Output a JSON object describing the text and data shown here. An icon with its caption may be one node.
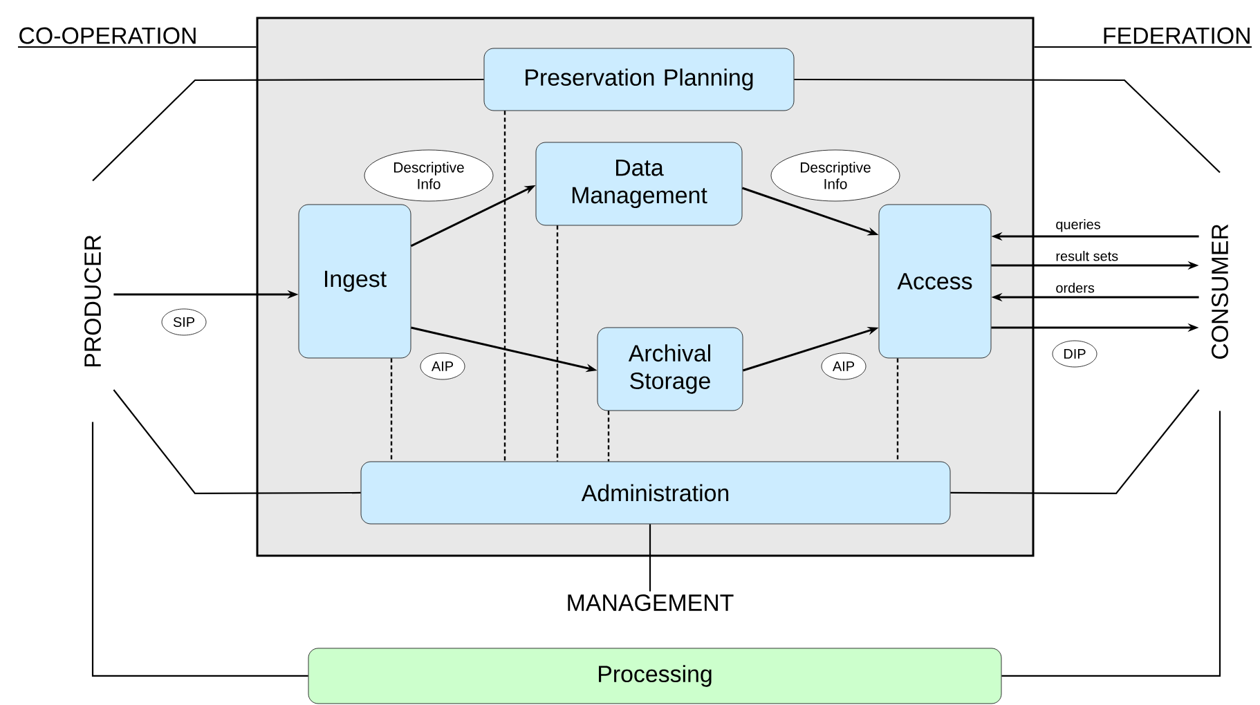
{
  "diagram": {
    "nodes": [
      {
        "text": [
          "CO-OPERATION"
        ]
      },
      {
        "text": [],
        "shape": "box"
      },
      {
        "text": [
          "FEDERATION"
        ]
      },
      {
        "text": [
          "Preservation Planning"
        ],
        "in": 1
      },
      {
        "text": [
          "Descriptive Info"
        ],
        "in": 1
      },
      {
        "text": [
          "Data Management"
        ],
        "in": 1
      },
      {
        "text": [
          "Descriptive Info"
        ],
        "in": 1
      },
      {
        "text": [
          "PRODUCER"
        ]
      },
      {
        "text": [
          "Ingest"
        ],
        "in": 1
      },
      {
        "text": [
          "Access"
        ],
        "in": 1
      },
      {
        "text": [
          "CONSUMER"
        ]
      },
      {
        "text": [
          "SIP"
        ]
      },
      {
        "text": [
          "AIP"
        ],
        "in": 1
      },
      {
        "text": [
          "Archival Storage"
        ],
        "in": 1
      },
      {
        "text": [
          "AIP"
        ],
        "in": 1
      },
      {
        "text": [
          "DIP"
        ]
      },
      {
        "text": [
          "Administration"
        ],
        "in": 1
      },
      {
        "text": [
          "MANAGEMENT"
        ]
      },
      {
        "text": [
          "Processing"
        ]
      }
    ],
    "edges": [
      {
        "from": 0,
        "to": 1,
        "arrow": "none"
      },
      {
        "from": 2,
        "to": 1,
        "arrow": "none"
      },
      {
        "from": 7,
        "to": 3,
        "arrow": "none"
      },
      {
        "from": 10,
        "to": 3,
        "arrow": "none"
      },
      {
        "from": 7,
        "to": 16,
        "arrow": "none"
      },
      {
        "from": 10,
        "to": 16,
        "arrow": "none"
      },
      {
        "from": 7,
        "to": 18,
        "arrow": "none"
      },
      {
        "from": 10,
        "to": 18,
        "arrow": "none"
      },
      {
        "from": 7,
        "to": 8,
        "arrow": "to"
      },
      {
        "from": 8,
        "to": 5,
        "arrow": "to"
      },
      {
        "from": 8,
        "to": 13,
        "arrow": "to"
      },
      {
        "from": 5,
        "to": 9,
        "arrow": "to"
      },
      {
        "from": 13,
        "to": 9,
        "arrow": "to"
      },
      {
        "from": 10,
        "to": 9,
        "arrow": "to",
        "label": "queries"
      },
      {
        "from": 9,
        "to": 10,
        "arrow": "to",
        "label": "result sets"
      },
      {
        "from": 10,
        "to": 9,
        "arrow": "to",
        "label": "orders"
      },
      {
        "from": 9,
        "to": 10,
        "arrow": "to"
      },
      {
        "from": 8,
        "to": 16,
        "arrow": "none",
        "style": "dashed"
      },
      {
        "from": 3,
        "to": 16,
        "arrow": "none",
        "style": "dashed"
      },
      {
        "from": 5,
        "to": 16,
        "arrow": "none",
        "style": "dashed"
      },
      {
        "from": 13,
        "to": 16,
        "arrow": "none",
        "style": "dashed"
      },
      {
        "from": 9,
        "to": 16,
        "arrow": "none",
        "style": "dashed"
      },
      {
        "from": 16,
        "to": 17,
        "arrow": "none"
      }
    ]
  }
}
